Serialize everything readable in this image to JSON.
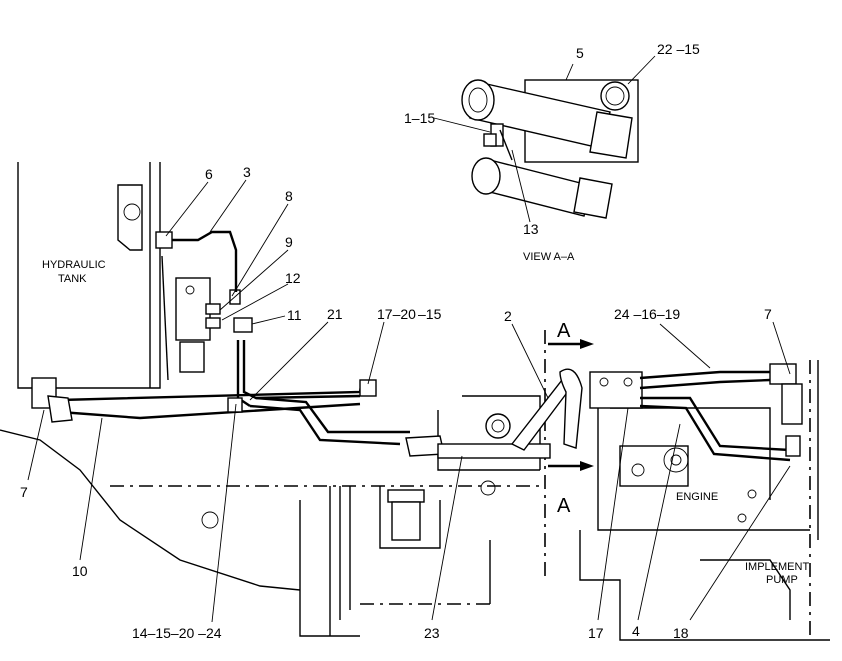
{
  "labels": {
    "hydraulic_tank": [
      "HYDRAULIC",
      "TANK"
    ],
    "engine": "ENGINE",
    "implement_pump": [
      "IMPLEMENT",
      "PUMP"
    ],
    "view": "VIEW A–A",
    "section_marker": "A"
  },
  "callouts": {
    "c5": "5",
    "c22_15": "22 –15",
    "c1_15": "1–15",
    "c13": "13",
    "c6": "6",
    "c3": "3",
    "c8": "8",
    "c9": "9",
    "c12": "12",
    "c11": "11",
    "c21": "21",
    "c17_20": "17–20",
    "c15": "–15",
    "c2": "2",
    "c24_16_19": "24 –16–19",
    "c7_right": "7",
    "c7_left": "7",
    "c10": "10",
    "c14_15_20_24": "14–15–20 –24",
    "c23": "23",
    "c17_bottom": "17",
    "c4": "4",
    "c18": "18"
  }
}
